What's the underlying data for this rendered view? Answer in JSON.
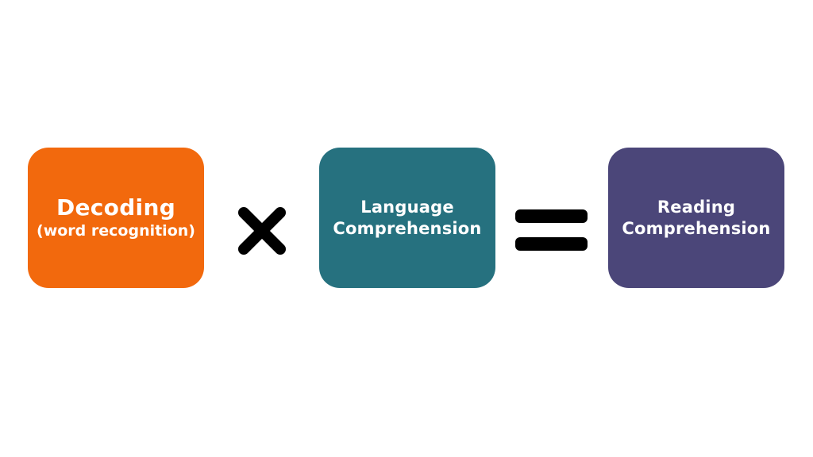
{
  "canvas": {
    "background": "#FFFFFF"
  },
  "formula": {
    "boxes": [
      {
        "name": "decoding",
        "line1": "Decoding",
        "line2": "(word recognition)",
        "fill": "#F2690D",
        "text_color": "#FFFFFF"
      },
      {
        "name": "language-comprehension",
        "line1": "Language",
        "line2": "Comprehension",
        "fill": "#26717F",
        "text_color": "#FFFFFF"
      },
      {
        "name": "reading-comprehension",
        "line1": "Reading",
        "line2": "Comprehension",
        "fill": "#4B4679",
        "text_color": "#FFFFFF"
      }
    ],
    "operators": [
      {
        "name": "multiply-icon",
        "symbol": "×",
        "color": "#000000"
      },
      {
        "name": "equals-icon",
        "symbol": "=",
        "color": "#000000"
      }
    ]
  }
}
